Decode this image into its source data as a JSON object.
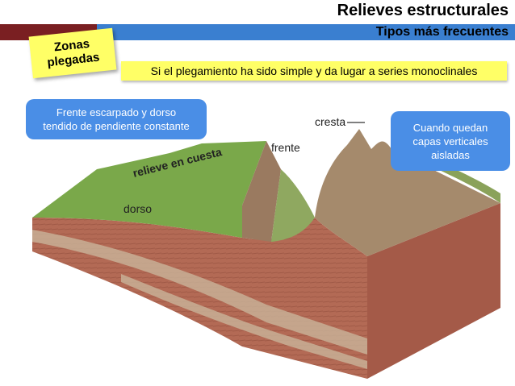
{
  "header": {
    "title": "Relieves estructurales",
    "subtitle": "Tipos más frecuentes"
  },
  "sticky": {
    "line1": "Zonas",
    "line2": "plegadas"
  },
  "note": "Si el plegamiento ha sido simple y da lugar a series monoclinales",
  "callout_left": {
    "line1": "Frente escarpado y dorso",
    "line2": "tendido de pendiente constante"
  },
  "callout_right": {
    "line1": "Cuando quedan",
    "line2": "capas verticales",
    "line3": "aisladas"
  },
  "diagram": {
    "cresta": "cresta",
    "frente": "frente",
    "relieve": "relieve en cuesta",
    "dorso": "dorso"
  },
  "colors": {
    "bar_dark": "#7a1f22",
    "bar_blue": "#3a7fd0",
    "sticky": "#ffff66",
    "callout": "#4a8ee6",
    "grass": "#7aa84a",
    "rock": "#b36a55"
  }
}
